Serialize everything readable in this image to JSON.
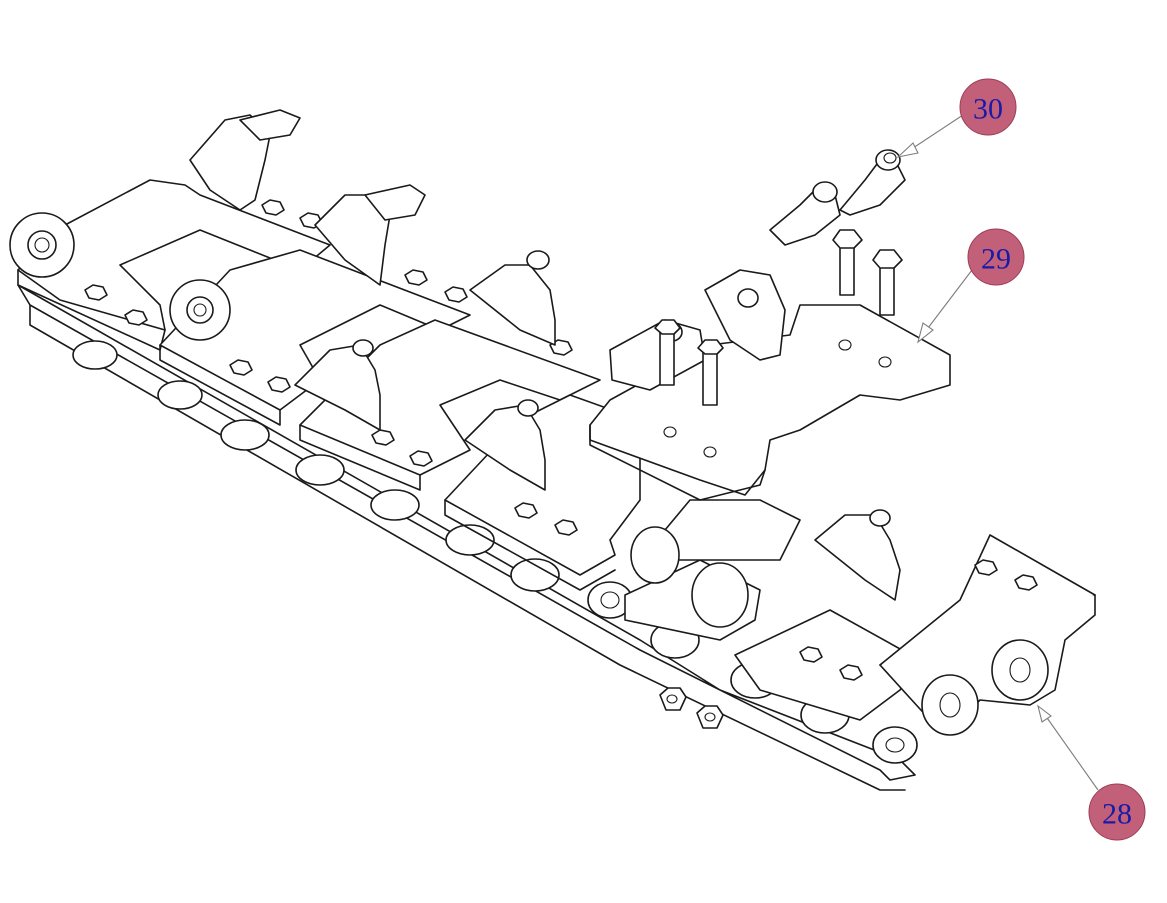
{
  "callouts": [
    {
      "id": "callout-30",
      "label": "30"
    },
    {
      "id": "callout-29",
      "label": "29"
    },
    {
      "id": "callout-28",
      "label": "28"
    }
  ],
  "colors": {
    "callout_fill": "#c2607a",
    "callout_text": "#1a1aa8",
    "line": "#1a1a1a",
    "leader": "#7d7d7d"
  }
}
